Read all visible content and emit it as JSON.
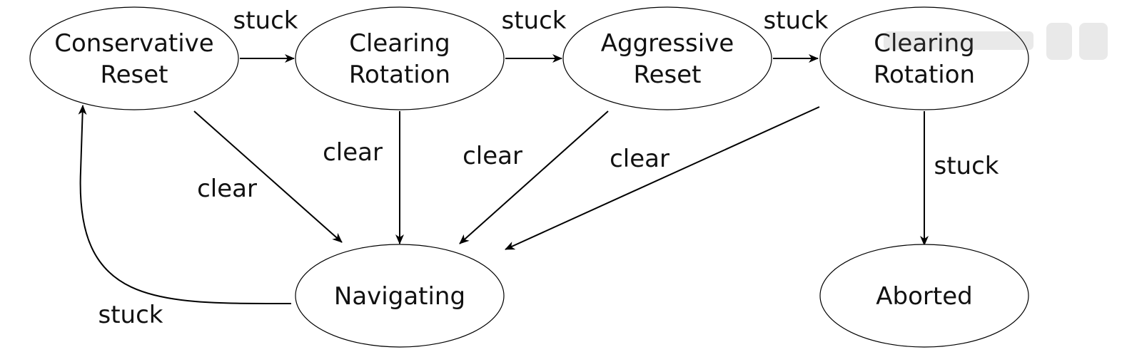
{
  "nodes": [
    {
      "id": "conservative-reset",
      "lines": [
        "Conservative",
        "Reset"
      ]
    },
    {
      "id": "clearing-rotation-1",
      "lines": [
        "Clearing",
        "Rotation"
      ]
    },
    {
      "id": "aggressive-reset",
      "lines": [
        "Aggressive",
        "Reset"
      ]
    },
    {
      "id": "clearing-rotation-2",
      "lines": [
        "Clearing",
        "Rotation"
      ]
    },
    {
      "id": "navigating",
      "lines": [
        "Navigating"
      ]
    },
    {
      "id": "aborted",
      "lines": [
        "Aborted"
      ]
    }
  ],
  "edges": [
    {
      "id": "e1",
      "from": "conservative-reset",
      "to": "clearing-rotation-1",
      "label": "stuck"
    },
    {
      "id": "e2",
      "from": "clearing-rotation-1",
      "to": "aggressive-reset",
      "label": "stuck"
    },
    {
      "id": "e3",
      "from": "aggressive-reset",
      "to": "clearing-rotation-2",
      "label": "stuck"
    },
    {
      "id": "e4",
      "from": "conservative-reset",
      "to": "navigating",
      "label": "clear"
    },
    {
      "id": "e5",
      "from": "clearing-rotation-1",
      "to": "navigating",
      "label": "clear"
    },
    {
      "id": "e6",
      "from": "aggressive-reset",
      "to": "navigating",
      "label": "clear"
    },
    {
      "id": "e7",
      "from": "clearing-rotation-2",
      "to": "navigating",
      "label": "clear"
    },
    {
      "id": "e8",
      "from": "clearing-rotation-2",
      "to": "aborted",
      "label": "stuck"
    },
    {
      "id": "e9",
      "from": "navigating",
      "to": "conservative-reset",
      "label": "stuck"
    }
  ]
}
